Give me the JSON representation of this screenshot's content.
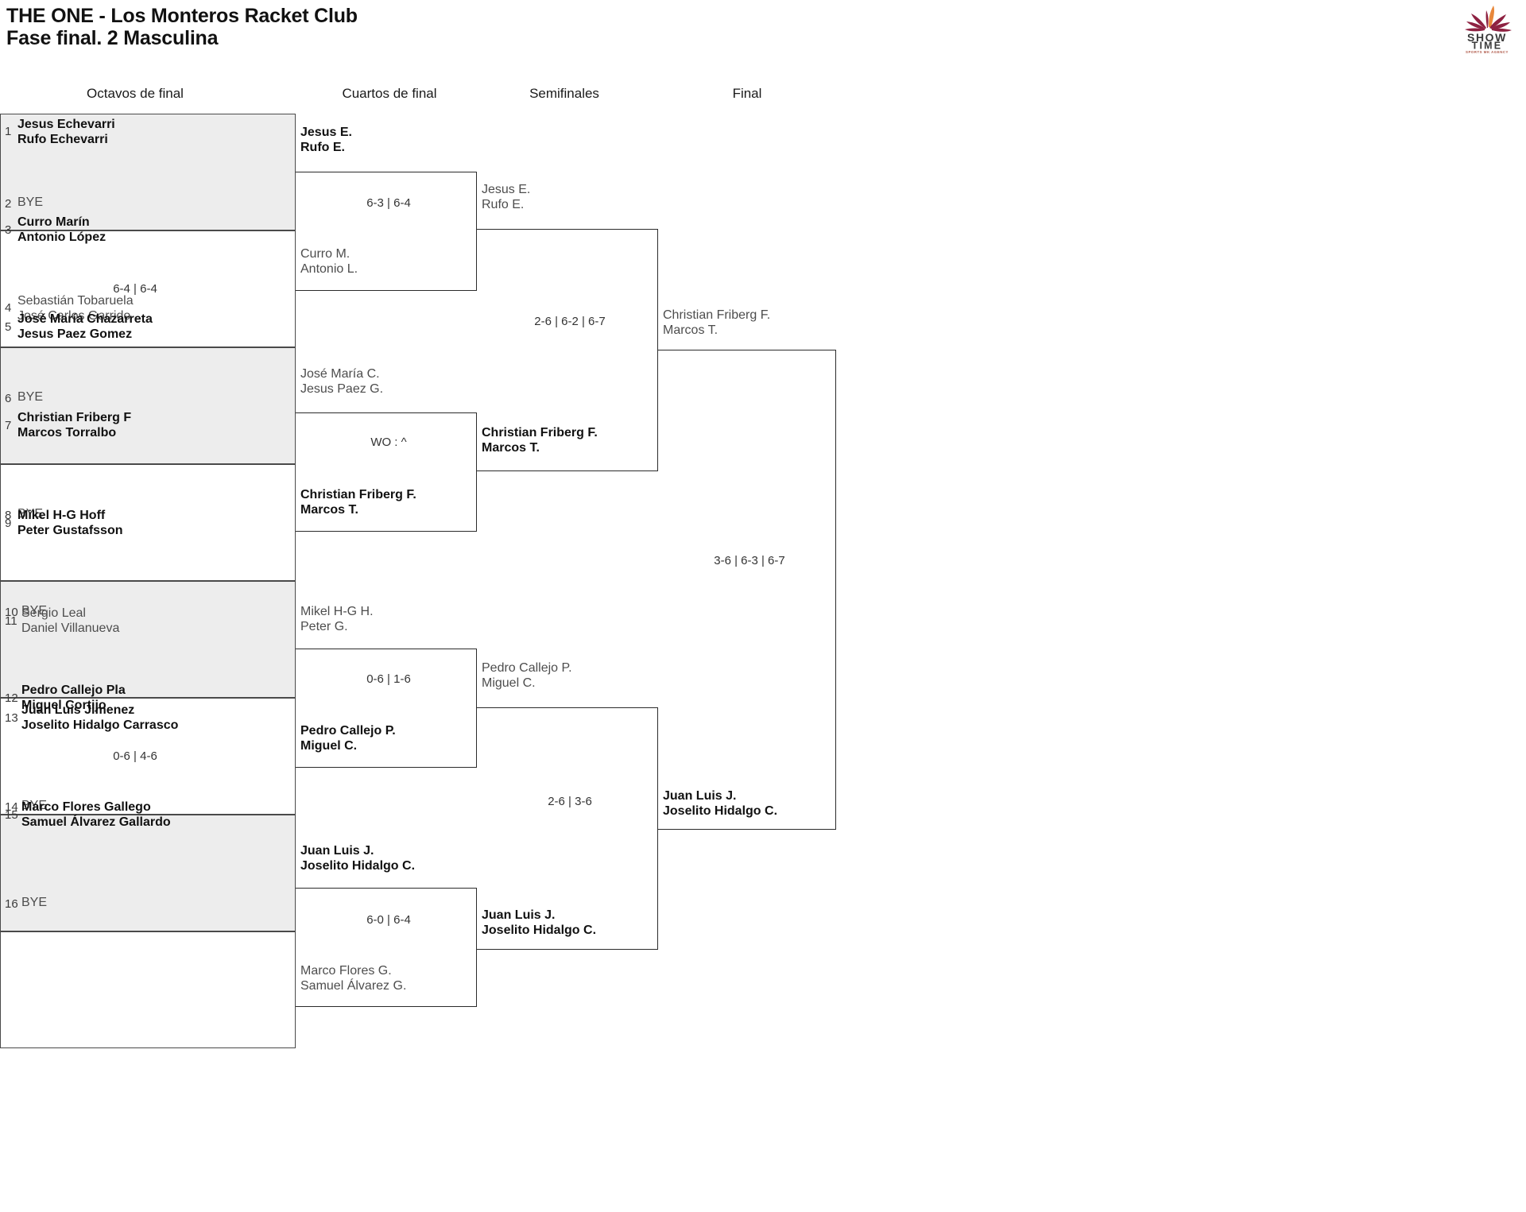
{
  "header": {
    "title_line1": "THE ONE - Los Monteros Racket Club",
    "title_line2": "Fase final. 2 Masculina"
  },
  "logo": {
    "line1": "SHOW",
    "line2": "TIME",
    "tagline": "SPORTS MK AGENCY",
    "accent_orange": "#E8873A",
    "accent_maroon": "#8E2141",
    "text_color": "#3B3B3B",
    "tagline_color": "#B05A4A"
  },
  "columns": [
    {
      "label": "Octavos de final"
    },
    {
      "label": "Cuartos de final"
    },
    {
      "label": "Semifinales"
    },
    {
      "label": "Final"
    }
  ],
  "chart_data": {
    "type": "bracket",
    "title": "THE ONE - Los Monteros Racket Club — Fase final. 2 Masculina",
    "rounds": [
      "Octavos de final",
      "Cuartos de final",
      "Semifinales",
      "Final"
    ],
    "bye_label": "BYE",
    "walkover_label": "WO : ^"
  },
  "round16": [
    {
      "seed": "1",
      "p1": "Jesus Echevarri",
      "p2": "Rufo Echevarri",
      "result": "win"
    },
    {
      "seed": "2",
      "bye": "BYE"
    },
    {
      "seed": "3",
      "p1": "Curro Marín",
      "p2": "Antonio López",
      "result": "win"
    },
    {
      "seed": "4",
      "p1": "Sebastián Tobaruela",
      "p2": "José Carlos Garrido",
      "result": "lose"
    },
    {
      "seed": "5",
      "p1": "José María Chazarreta",
      "p2": "Jesus Paez Gomez",
      "result": "win"
    },
    {
      "seed": "6",
      "bye": "BYE"
    },
    {
      "seed": "7",
      "p1": "Christian Friberg F",
      "p2": "Marcos Torralbo",
      "result": "win"
    },
    {
      "seed": "8",
      "bye": "BYE"
    },
    {
      "seed": "9",
      "p1": "Mikel H-G Hoff",
      "p2": "Peter Gustafsson",
      "result": "win"
    },
    {
      "seed": "10",
      "bye": "BYE"
    },
    {
      "seed": "11",
      "p1": "Sergio Leal",
      "p2": "Daniel Villanueva",
      "result": "lose"
    },
    {
      "seed": "12",
      "p1": "Pedro Callejo Pla",
      "p2": "Miguel Cortijo",
      "result": "win"
    },
    {
      "seed": "13",
      "p1": "Juan Luis Jimenez",
      "p2": "Joselito Hidalgo Carrasco",
      "result": "win"
    },
    {
      "seed": "14",
      "bye": "BYE"
    },
    {
      "seed": "15",
      "p1": "Marco Flores Gallego",
      "p2": "Samuel Álvarez Gallardo",
      "result": "win"
    },
    {
      "seed": "16",
      "bye": "BYE"
    }
  ],
  "round16_scores": [
    {
      "value": ""
    },
    {
      "value": "6-4 | 6-4"
    },
    {
      "value": ""
    },
    {
      "value": ""
    },
    {
      "value": ""
    },
    {
      "value": "0-6 | 4-6"
    },
    {
      "value": ""
    },
    {
      "value": ""
    }
  ],
  "quarters": [
    {
      "p1": "Jesus E.",
      "p2": "Rufo E.",
      "result": "win"
    },
    {
      "p1": "Curro M.",
      "p2": "Antonio L.",
      "result": "lose"
    },
    {
      "p1": "José María C.",
      "p2": "Jesus Paez G.",
      "result": "lose"
    },
    {
      "p1": "Christian Friberg F.",
      "p2": "Marcos T.",
      "result": "win"
    },
    {
      "p1": "Mikel H-G H.",
      "p2": "Peter G.",
      "result": "lose"
    },
    {
      "p1": "Pedro Callejo P.",
      "p2": "Miguel C.",
      "result": "win"
    },
    {
      "p1": "Juan Luis J.",
      "p2": "Joselito Hidalgo C.",
      "result": "win"
    },
    {
      "p1": "Marco Flores G.",
      "p2": "Samuel Álvarez G.",
      "result": "lose"
    }
  ],
  "quarter_scores": [
    {
      "value": "6-3 | 6-4"
    },
    {
      "value": "WO : ^"
    },
    {
      "value": "0-6 | 1-6"
    },
    {
      "value": "6-0 | 6-4"
    }
  ],
  "semis": [
    {
      "p1": "Jesus E.",
      "p2": "Rufo E.",
      "result": "lose"
    },
    {
      "p1": "Christian Friberg F.",
      "p2": "Marcos T.",
      "result": "win"
    },
    {
      "p1": "Pedro Callejo P.",
      "p2": "Miguel C.",
      "result": "lose"
    },
    {
      "p1": "Juan Luis J.",
      "p2": "Joselito Hidalgo C.",
      "result": "win"
    }
  ],
  "semi_scores": [
    {
      "value": "2-6 | 6-2 | 6-7"
    },
    {
      "value": "2-6 | 3-6"
    }
  ],
  "final": [
    {
      "p1": "Christian Friberg F.",
      "p2": "Marcos T.",
      "result": "lose"
    },
    {
      "p1": "Juan Luis J.",
      "p2": "Joselito Hidalgo C.",
      "result": "win"
    }
  ],
  "final_scores": [
    {
      "value": "3-6 | 6-3 | 6-7"
    }
  ]
}
